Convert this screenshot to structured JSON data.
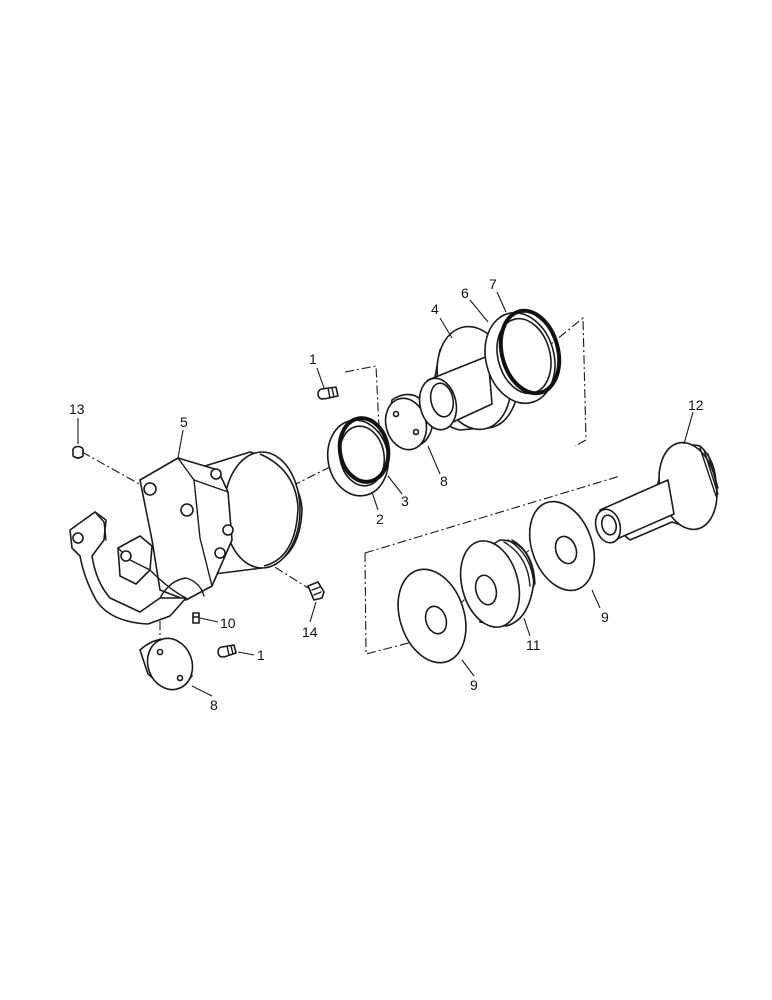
{
  "callouts": {
    "c1a": "1",
    "c1b": "1",
    "c2": "2",
    "c3": "3",
    "c4": "4",
    "c5": "5",
    "c6": "6",
    "c7": "7",
    "c8a": "8",
    "c8b": "8",
    "c9a": "9",
    "c9b": "9",
    "c10": "10",
    "c11": "11",
    "c12": "12",
    "c13": "13",
    "c14": "14"
  }
}
